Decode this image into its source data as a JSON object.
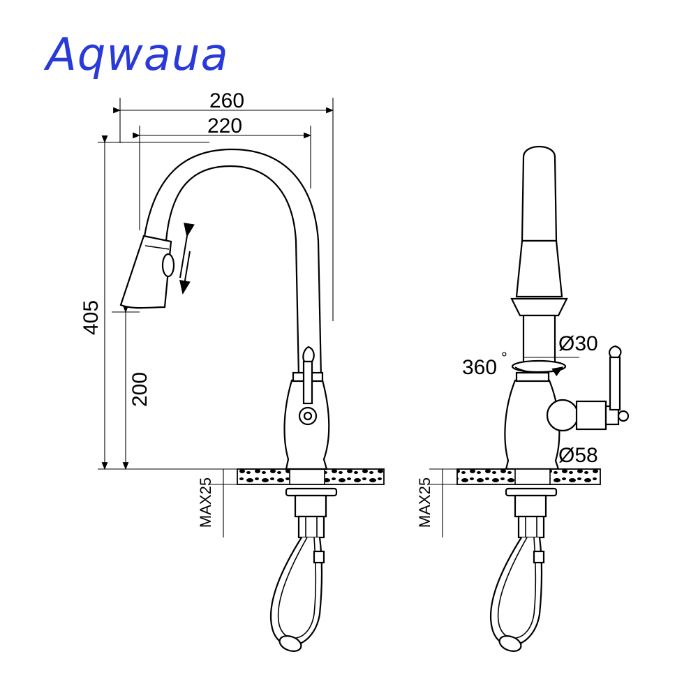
{
  "brand": {
    "name": "Aqwaua",
    "color": "#2a3ad8"
  },
  "side_view": {
    "width_total": "260",
    "width_spout": "220",
    "height_total": "405",
    "height_handle": "200",
    "deck_max": "MAX25"
  },
  "front_view": {
    "rotation": "360",
    "rotation_unit": "°",
    "diameter_spout": "Ø30",
    "diameter_base": "Ø58",
    "deck_max": "MAX25"
  },
  "icons": [
    "pull-down-arrows-icon",
    "rotation-arrow-icon"
  ]
}
